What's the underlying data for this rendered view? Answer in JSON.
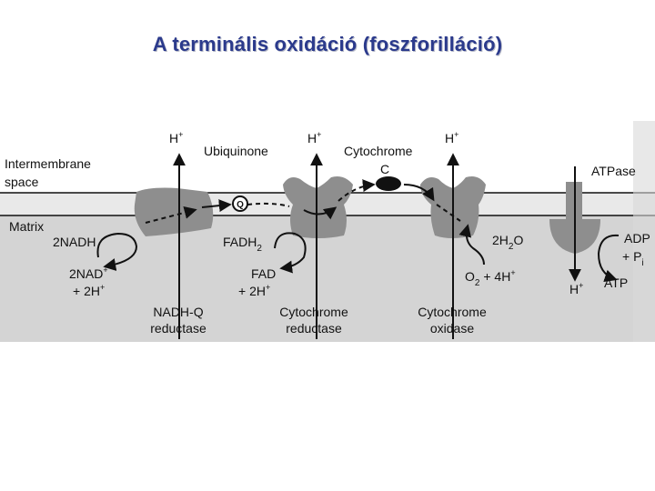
{
  "title": "A terminális oxidáció (foszforilláció)",
  "colors": {
    "title": "#2b3a8c",
    "matrix": "#d4d4d4",
    "protein": "#8e8e8e",
    "membrane": "#e9e9e9"
  },
  "labels": {
    "intermembrane_1": "Intermembrane",
    "intermembrane_2": "space",
    "matrix": "Matrix",
    "proton": "H",
    "proton_sup": "+",
    "ubiquinone": "Ubiquinone",
    "cytc_1": "Cytochrome",
    "cytc_2": "C",
    "atpase": "ATPase",
    "q": "Q",
    "nadh": "2NADH",
    "nad_1": "2NAD",
    "nad_1_sup": "+",
    "nad_2": "+ 2H",
    "nad_2_sup": "+",
    "fadh2": "FADH",
    "fadh2_sub": "2",
    "fad_1": "FAD",
    "fad_2": "+ 2H",
    "fad_2_sup": "+",
    "water": "2H",
    "water_sub": "2",
    "water_o": "O",
    "o2": "O",
    "o2_sub": "2",
    "o2_rest": " + 4H",
    "o2_sup": "+",
    "adp_1": "ADP",
    "adp_2": "+ P",
    "adp_2_sub": "i",
    "atp": "ATP",
    "h_bottom": "H",
    "h_bottom_sup": "+",
    "nadhq_1": "NADH-Q",
    "nadhq_2": "reductase",
    "cytred_1": "Cytochrome",
    "cytred_2": "reductase",
    "cytox_1": "Cytochrome",
    "cytox_2": "oxidase"
  }
}
